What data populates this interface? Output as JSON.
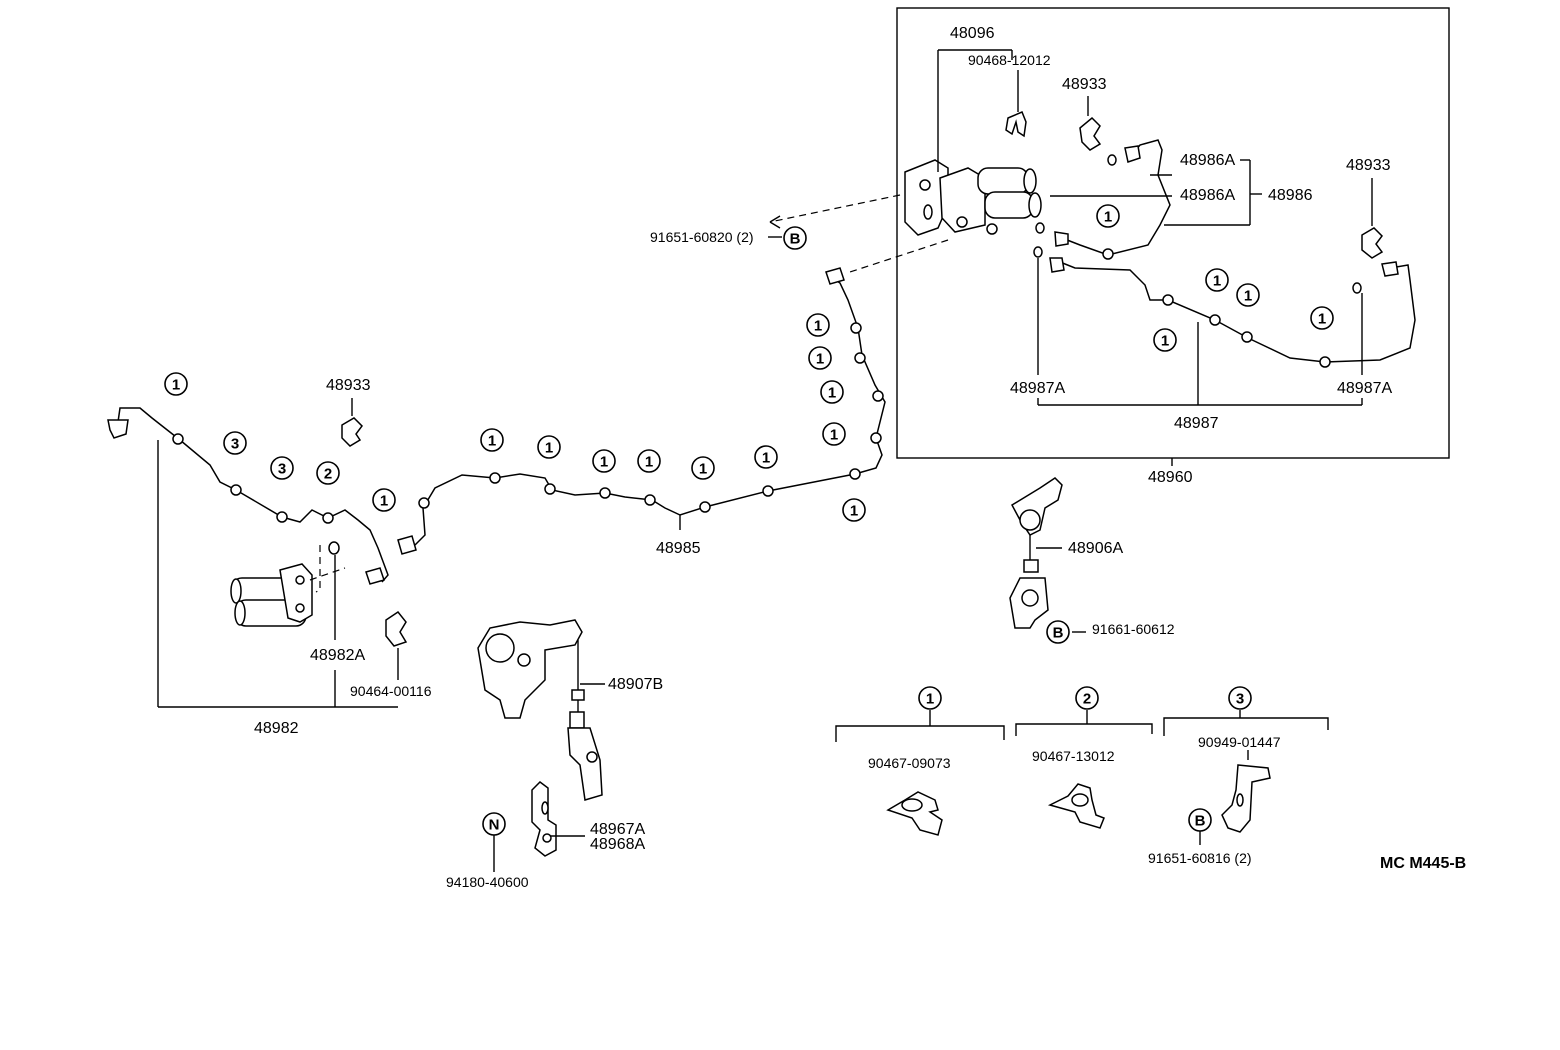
{
  "parts": {
    "p48096": "48096",
    "p90468": "90468-12012",
    "p48933_top": "48933",
    "p48933_right": "48933",
    "p48933_left": "48933",
    "p48986A_1": "48986A",
    "p48986A_2": "48986A",
    "p48986": "48986",
    "p91651_60820": "91651-60820 (2)",
    "p48987A_left": "48987A",
    "p48987A_right": "48987A",
    "p48987": "48987",
    "p48960": "48960",
    "p48985": "48985",
    "p48982A": "48982A",
    "p90464": "90464-00116",
    "p48982": "48982",
    "p48907B": "48907B",
    "p48906A": "48906A",
    "p91661": "91661-60612",
    "p48967A": "48967A",
    "p48968A": "48968A",
    "p94180": "94180-40600",
    "p90467_09073": "90467-09073",
    "p90467_13012": "90467-13012",
    "p90949": "90949-01447",
    "p91651_60816": "91651-60816 (2)"
  },
  "callouts": {
    "one": "1",
    "two": "2",
    "three": "3",
    "b": "B",
    "n": "N"
  },
  "diagram_code": "MC M445-B",
  "colors": {
    "ink": "#000000",
    "paper": "#ffffff"
  }
}
